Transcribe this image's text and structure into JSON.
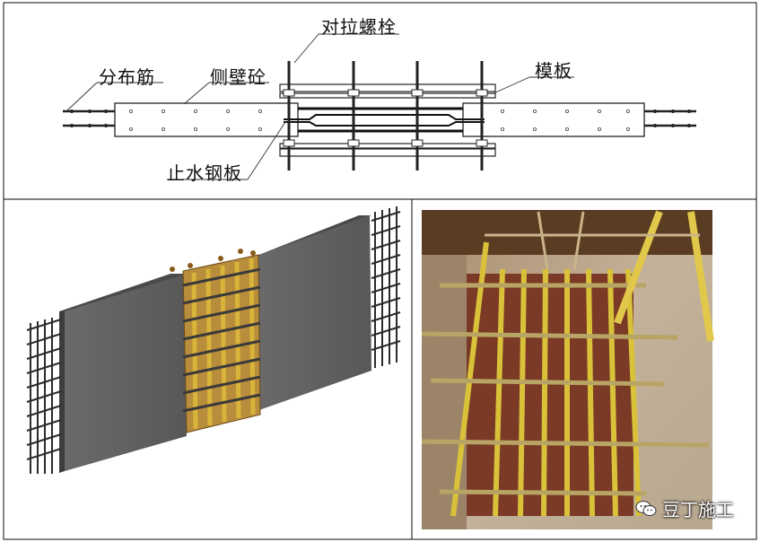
{
  "labels": {
    "tie_bolt": "对拉螺栓",
    "distribution_bar": "分布筋",
    "side_wall_concrete": "侧壁砼",
    "formwork": "模板",
    "waterstop_plate": "止水钢板"
  },
  "watermark": {
    "text": "豆丁施工"
  },
  "colors": {
    "concrete_gray": "#5f5f5f",
    "timber_yellow": "#d9b43a",
    "steel_dark": "#2b2b2b"
  }
}
